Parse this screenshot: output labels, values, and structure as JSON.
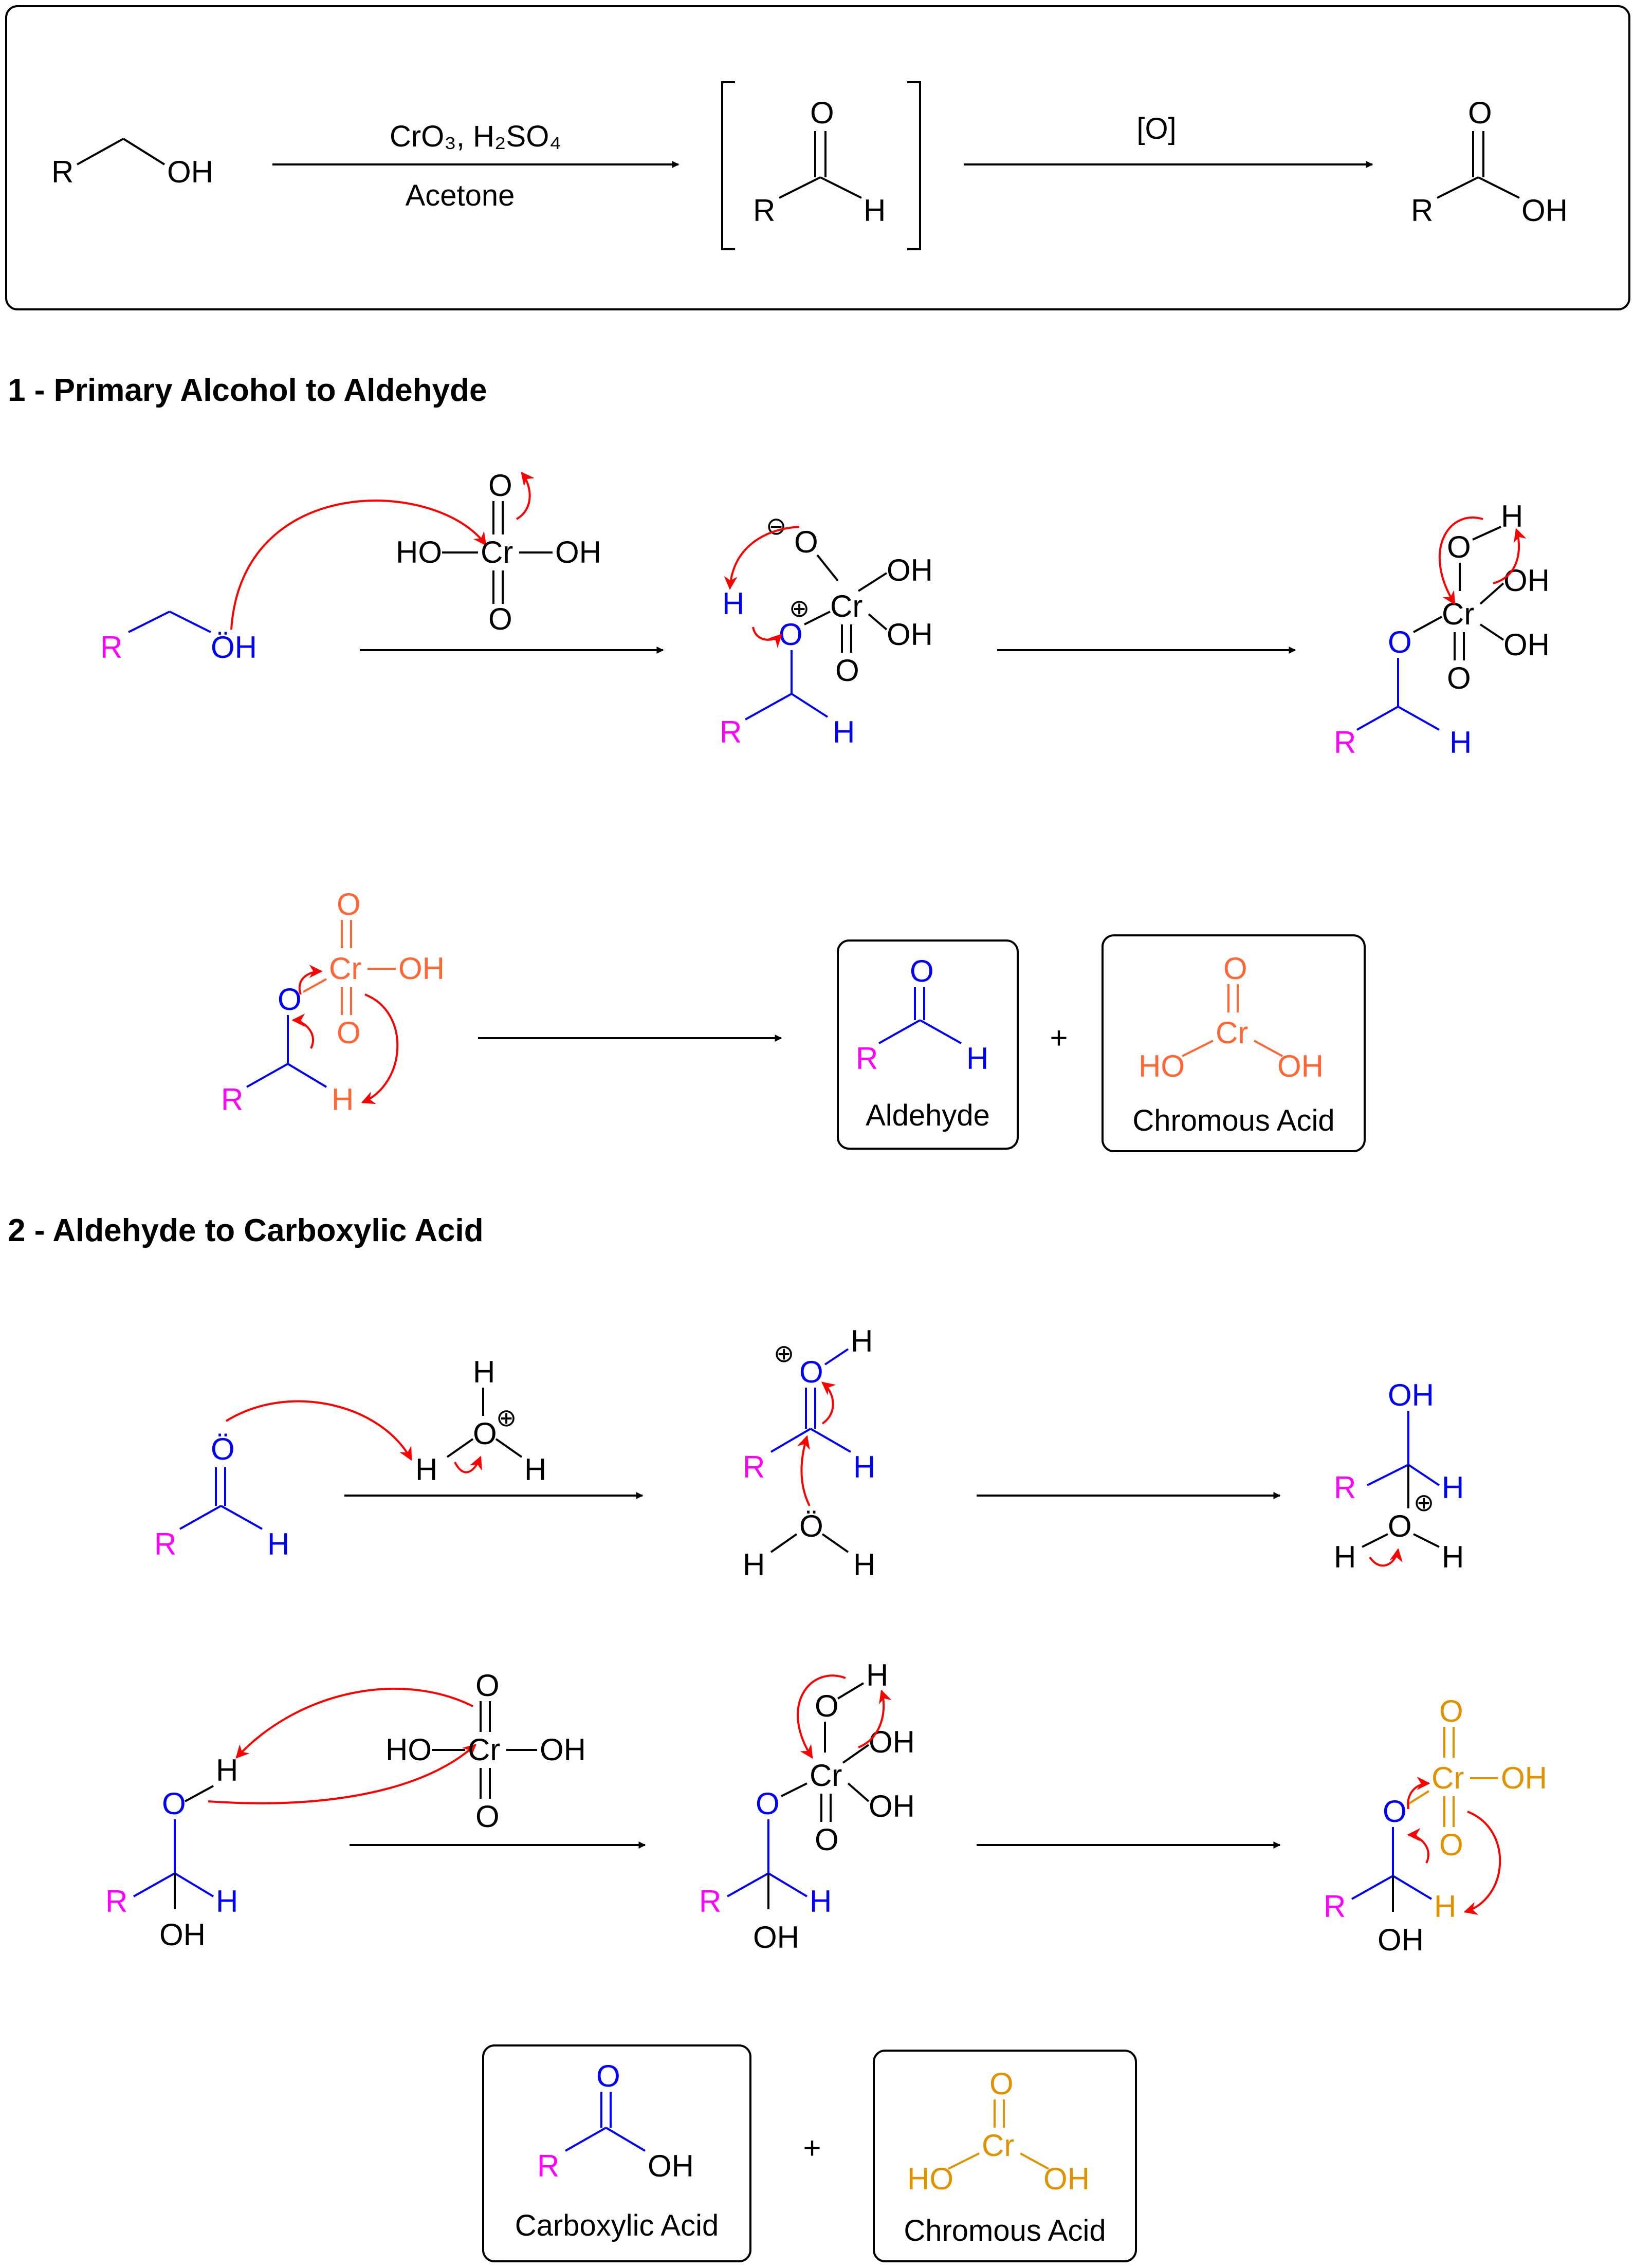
{
  "colors": {
    "black": "#000000",
    "blue": "#0000ff",
    "magenta": "#ff00ff",
    "arrow_red": "#ff0000",
    "chromium_orange": "#ff6633",
    "chromium_gold": "#e09200"
  },
  "overview": {
    "start": {
      "r": "R",
      "oh": "OH"
    },
    "reagent_top": "CrO₃, H₂SO₄",
    "reagent_bottom": "Acetone",
    "intermediate": {
      "o": "O",
      "r": "R",
      "h": "H"
    },
    "oxidant": "[O]",
    "product": {
      "o": "O",
      "r": "R",
      "oh": "OH"
    }
  },
  "section1": {
    "heading": "1 -  Primary Alcohol to Aldehyde",
    "step1": {
      "alcohol": {
        "r": "R",
        "oh": "ÖH"
      },
      "chromic_acid": {
        "ho": "HO",
        "cr": "Cr",
        "oh": "OH",
        "o_top": "O",
        "o_bottom": "O"
      },
      "ester": {
        "minus": "⊖",
        "o_top": "O",
        "oh1": "OH",
        "h": "H",
        "plus": "⊕",
        "o": "O",
        "cr": "Cr",
        "oh2": "OH",
        "o_bottom": "O",
        "r": "R",
        "h2": "H"
      },
      "hydrate": {
        "o_top": "O",
        "h_top": "H",
        "oh1": "OH",
        "o": "O",
        "cr": "Cr",
        "oh2": "OH",
        "o_bottom": "O",
        "r": "R",
        "h": "H"
      }
    },
    "step2": {
      "ester": {
        "o_top": "O",
        "cr": "Cr",
        "oh": "OH",
        "o": "O",
        "o_bottom": "O",
        "r": "R",
        "h": "H"
      },
      "plus": "+",
      "aldehyde": {
        "o": "O",
        "r": "R",
        "h": "H",
        "label": "Aldehyde"
      },
      "chromous_acid": {
        "o": "O",
        "cr": "Cr",
        "ho": "HO",
        "oh": "OH",
        "label": "Chromous Acid"
      }
    }
  },
  "section2": {
    "heading": "2 - Aldehyde to Carboxylic Acid",
    "step1": {
      "aldehyde": {
        "o": "Ö",
        "r": "R",
        "h": "H"
      },
      "hydronium": {
        "h_top": "H",
        "o": "O",
        "plus": "⊕",
        "h_left": "H",
        "h_right": "H"
      },
      "protonated": {
        "plus": "⊕",
        "o": "O",
        "h_top": "H",
        "r": "R",
        "h": "H",
        "water_o": "Ö",
        "water_h1": "H",
        "water_h2": "H"
      },
      "hydrate_ion": {
        "oh": "OH",
        "r": "R",
        "h": "H",
        "plus": "⊕",
        "o": "O",
        "h1": "H",
        "h2": "H"
      }
    },
    "step2": {
      "gem_diol": {
        "o": "O",
        "h": "H",
        "r": "R",
        "h2": "H",
        "oh": "OH"
      },
      "chromic_acid": {
        "o_top": "O",
        "ho": "HO",
        "cr": "Cr",
        "oh": "OH",
        "o_bottom": "O"
      },
      "ester": {
        "o_top": "O",
        "h_top": "H",
        "oh1": "OH",
        "o": "O",
        "cr": "Cr",
        "oh2": "OH",
        "o_bottom": "O",
        "r": "R",
        "h": "H",
        "oh": "OH"
      },
      "ester2": {
        "o_top": "O",
        "o": "O",
        "cr": "Cr",
        "oh": "OH",
        "o_bottom": "O",
        "r": "R",
        "h": "H",
        "oh2": "OH"
      }
    },
    "products": {
      "acid": {
        "o": "O",
        "r": "R",
        "oh": "OH",
        "label": "Carboxylic Acid"
      },
      "plus": "+",
      "chromous_acid": {
        "o": "O",
        "cr": "Cr",
        "ho": "HO",
        "oh": "OH",
        "label": "Chromous Acid"
      }
    }
  }
}
